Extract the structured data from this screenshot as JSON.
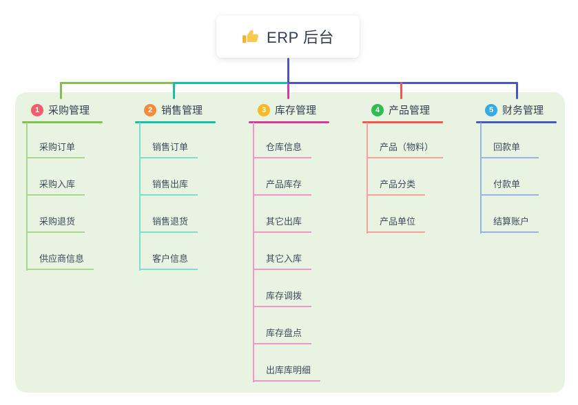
{
  "root": {
    "label": "ERP 后台",
    "icon": "thumbs-up"
  },
  "connector_color": "#4756c4",
  "panel_color": "#e8f4e1",
  "branches": [
    {
      "number": "1",
      "label": "采购管理",
      "badge_color": "#f75c6b",
      "line_color": "#82c14f",
      "sub_line_color": "#aad58b",
      "items": [
        "采购订单",
        "采购入库",
        "采购退货",
        "供应商信息"
      ]
    },
    {
      "number": "2",
      "label": "销售管理",
      "badge_color": "#fb8b3c",
      "line_color": "#10bfad",
      "sub_line_color": "#7eddd1",
      "items": [
        "销售订单",
        "销售出库",
        "销售退货",
        "客户信息"
      ]
    },
    {
      "number": "3",
      "label": "库存管理",
      "badge_color": "#fbb823",
      "line_color": "#da379e",
      "sub_line_color": "#f095c8",
      "items": [
        "仓库信息",
        "产品库存",
        "其它出库",
        "其它入库",
        "库存调拨",
        "库存盘点",
        "出库库明细"
      ]
    },
    {
      "number": "4",
      "label": "产品管理",
      "badge_color": "#2fbb4f",
      "line_color": "#f4534e",
      "sub_line_color": "#f9a09b",
      "items": [
        "产品（物料）",
        "产品分类",
        "产品单位"
      ]
    },
    {
      "number": "5",
      "label": "财务管理",
      "badge_color": "#35aae4",
      "line_color": "#4756c4",
      "sub_line_color": "#9bb0e8",
      "items": [
        "回款单",
        "付款单",
        "结算账户"
      ]
    }
  ]
}
